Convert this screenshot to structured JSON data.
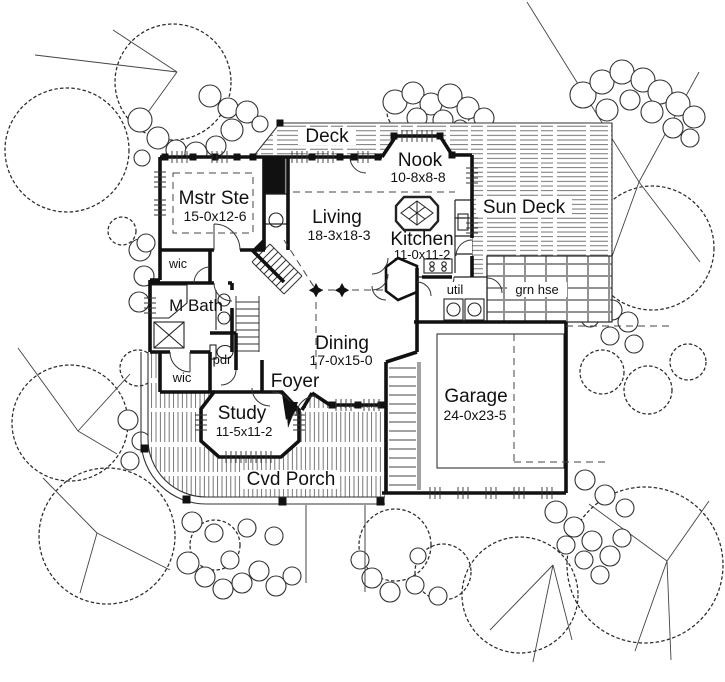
{
  "drawing_type": "floor-plan",
  "ink": "#1a1a1a",
  "rooms": {
    "deck": {
      "label": "Deck"
    },
    "nook": {
      "label": "Nook",
      "dims": "10-8x8-8"
    },
    "mstr": {
      "label": "Mstr Ste",
      "dims": "15-0x12-6"
    },
    "living": {
      "label": "Living",
      "dims": "18-3x18-3"
    },
    "kitchen": {
      "label": "Kitchen",
      "dims": "11-0x11-2"
    },
    "sun_deck": {
      "label": "Sun Deck"
    },
    "m_bath": {
      "label": "M Bath"
    },
    "wic_upper": {
      "label": "wic"
    },
    "wic_lower": {
      "label": "wic"
    },
    "pdr": {
      "label": "pdr"
    },
    "util": {
      "label": "util"
    },
    "grn_hse": {
      "label": "grn hse"
    },
    "dining": {
      "label": "Dining",
      "dims": "17-0x15-0"
    },
    "foyer": {
      "label": "Foyer"
    },
    "study": {
      "label": "Study",
      "dims": "11-5x11-2"
    },
    "garage": {
      "label": "Garage",
      "dims": "24-0x23-5"
    },
    "cvd_porch": {
      "label": "Cvd Porch"
    }
  }
}
